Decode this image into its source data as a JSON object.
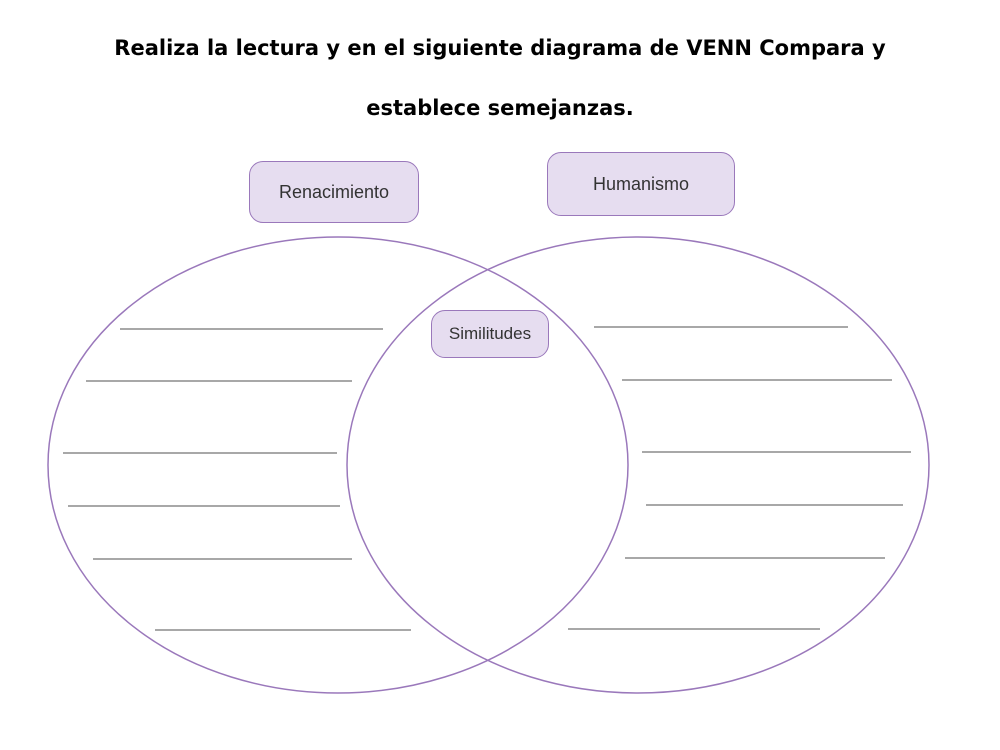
{
  "instructions": {
    "line1": "Realiza la lectura y en el siguiente diagrama de VENN Compara y",
    "line2": "establece semejanzas."
  },
  "labels": {
    "left": "Renacimiento",
    "right": "Humanismo",
    "center": "Similitudes"
  },
  "colors": {
    "circle_stroke": "#9a78bb",
    "tag_fill": "#e6ddf0",
    "answer_line": "#8c8c8c"
  }
}
